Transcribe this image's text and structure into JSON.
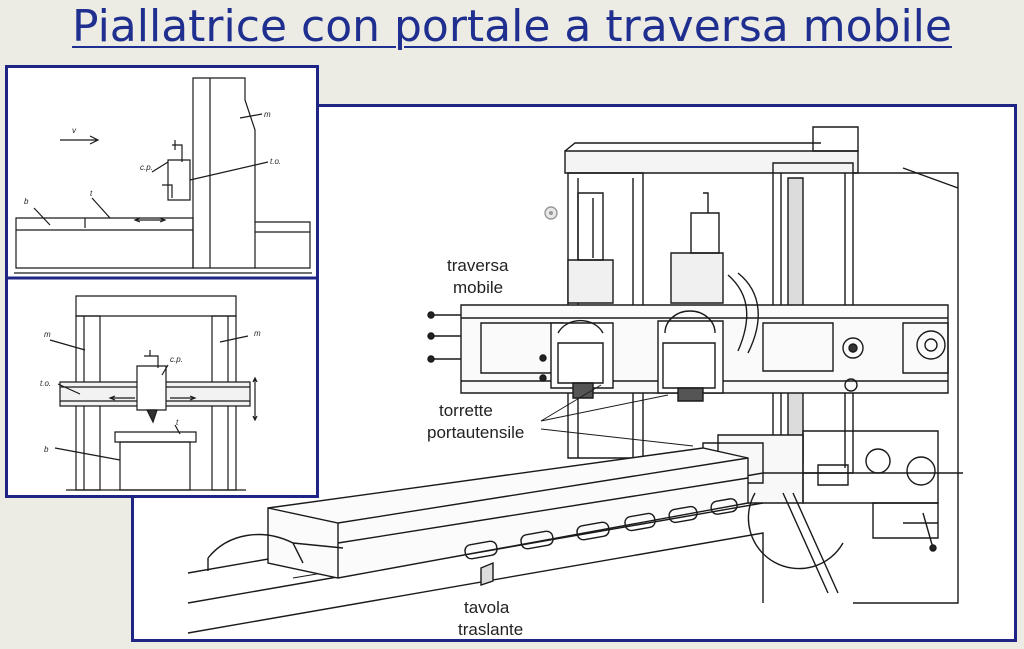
{
  "slide": {
    "title": "Piallatrice con portale a traversa mobile"
  },
  "main_drawing": {
    "labels": {
      "traversa_line1": "traversa",
      "traversa_line2": "mobile",
      "torrette_line1": "torrette",
      "torrette_line2": "portautensile",
      "tavola_line1": "tavola",
      "tavola_line2": "traslante"
    }
  },
  "inset_side_view": {
    "labels": {
      "v": "v",
      "m": "m",
      "cp": "c.p.",
      "to": "t.o.",
      "b": "b",
      "t": "t"
    }
  },
  "inset_front_view": {
    "labels": {
      "m_left": "m",
      "m_right": "m",
      "cp": "c.p.",
      "to": "t.o.",
      "t": "t",
      "b": "b"
    }
  },
  "colors": {
    "title": "#1f2f8f",
    "frame_border": "#1f2584",
    "background": "#ecebe4"
  }
}
